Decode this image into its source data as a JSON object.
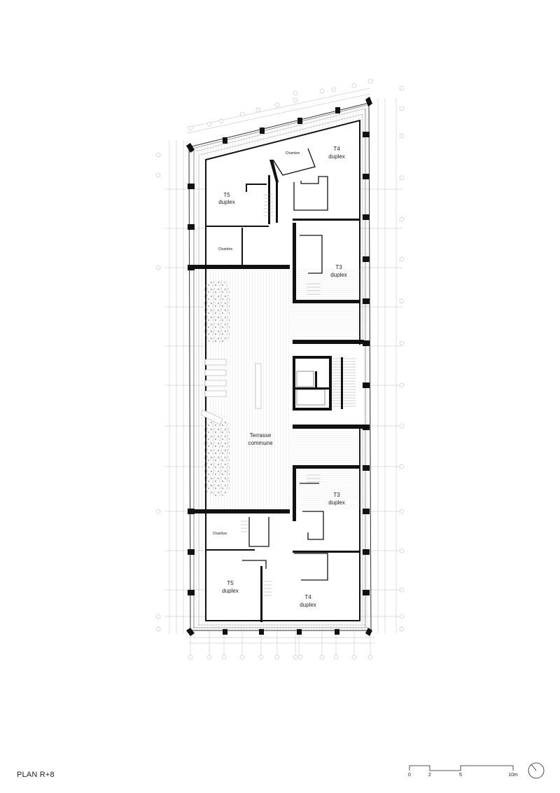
{
  "drawing": {
    "title": "PLAN R+8",
    "type": "architectural floor plan"
  },
  "rooms": [
    {
      "id": "t5-north",
      "line1": "T5",
      "line2": "duplex"
    },
    {
      "id": "chambre-nw",
      "line1": "Chambre"
    },
    {
      "id": "chambre-ne",
      "line1": "Chambre"
    },
    {
      "id": "t4-north",
      "line1": "T4",
      "line2": "duplex"
    },
    {
      "id": "t3-north",
      "line1": "T3",
      "line2": "duplex"
    },
    {
      "id": "terrasse",
      "line1": "Terrasse",
      "line2": "commune"
    },
    {
      "id": "t3-south",
      "line1": "T3",
      "line2": "duplex"
    },
    {
      "id": "chambre-sw",
      "line1": "Chambre"
    },
    {
      "id": "t5-south",
      "line1": "T5",
      "line2": "duplex"
    },
    {
      "id": "t4-south",
      "line1": "T4",
      "line2": "duplex"
    }
  ],
  "scale_bar": {
    "ticks": [
      "0",
      "2",
      "5",
      "10m"
    ]
  },
  "north_arrow": {
    "icon": "north-arrow-icon"
  }
}
